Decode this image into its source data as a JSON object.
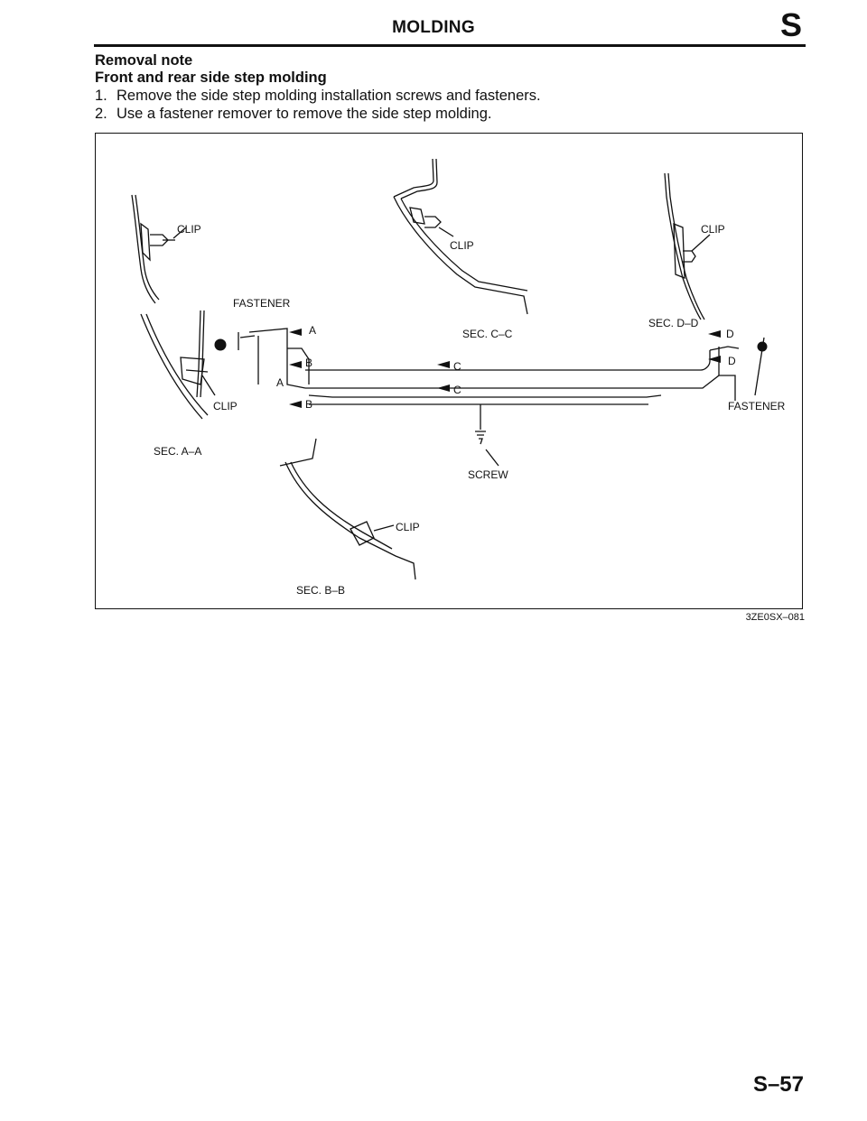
{
  "header": {
    "title": "MOLDING",
    "section": "S"
  },
  "note": {
    "heading": "Removal note",
    "subheading": "Front and rear side step molding",
    "steps": [
      {
        "number": "1.",
        "text": "Remove the side step molding installation screws and fasteners."
      },
      {
        "number": "2.",
        "text": "Use a fastener remover to remove the side step molding."
      }
    ]
  },
  "figure": {
    "labels": {
      "clip": "CLIP",
      "fastener": "FASTENER",
      "screw": "SCREW",
      "sec_aa": "SEC. A–A",
      "sec_bb": "SEC. B–B",
      "sec_cc": "SEC. C–C",
      "sec_dd": "SEC. D–D",
      "a": "A",
      "b": "B",
      "c": "C",
      "d": "D"
    },
    "code": "3ZE0SX–081"
  },
  "footer": {
    "page": "S–57"
  }
}
